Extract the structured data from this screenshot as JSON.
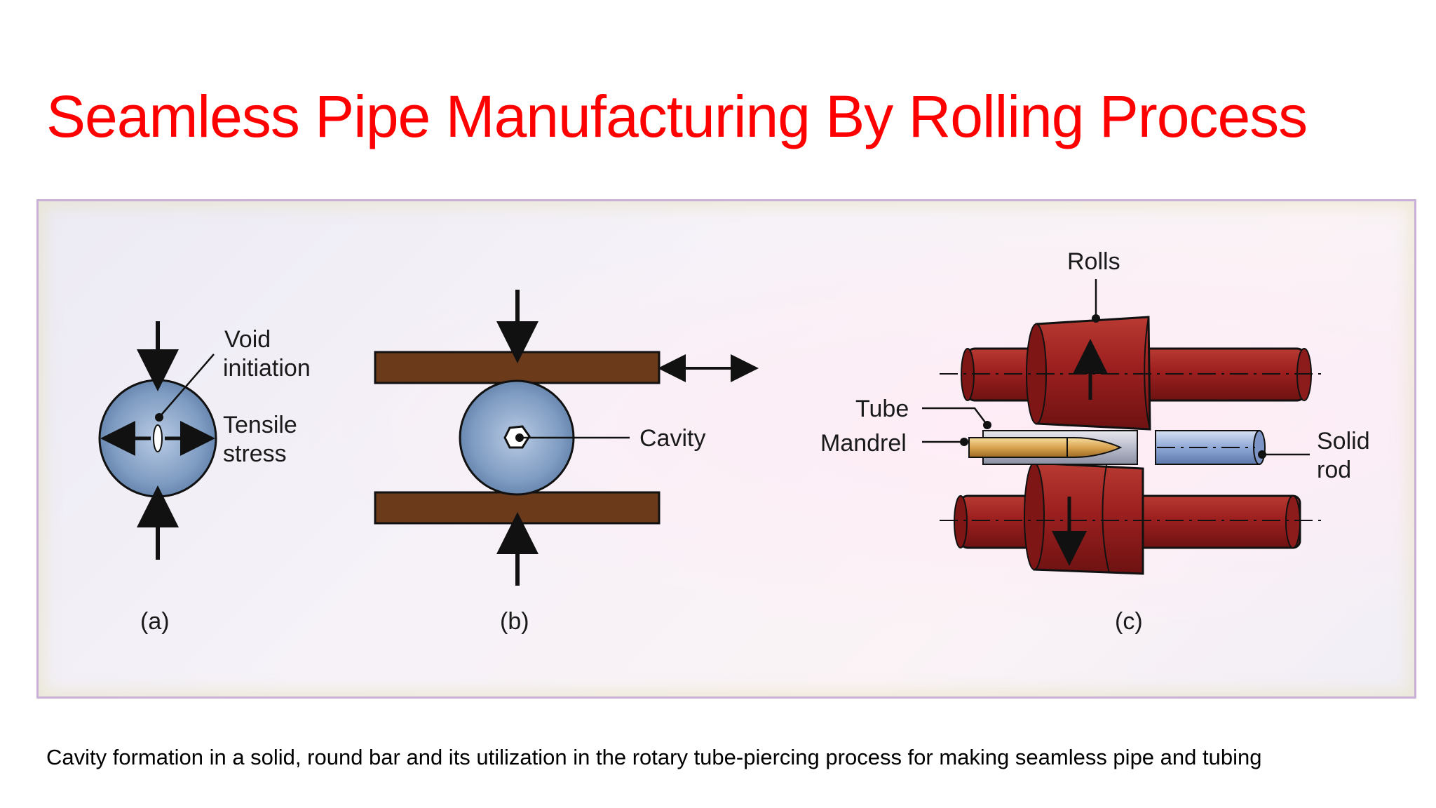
{
  "title": "Seamless Pipe Manufacturing By Rolling Process",
  "caption": "Cavity formation in a solid, round bar and its utilization in the rotary tube-piercing process for making seamless pipe and tubing",
  "figure": {
    "panel_a": {
      "void_label_line1": "Void",
      "void_label_line2": "initiation",
      "stress_label_line1": "Tensile",
      "stress_label_line2": "stress",
      "tag": "(a)"
    },
    "panel_b": {
      "cavity_label": "Cavity",
      "tag": "(b)"
    },
    "panel_c": {
      "rolls_label": "Rolls",
      "tube_label": "Tube",
      "mandrel_label": "Mandrel",
      "solid_rod_line1": "Solid",
      "solid_rod_line2": "rod",
      "tag": "(c)"
    }
  },
  "colors": {
    "title": "#ff0000",
    "bar_fill": "#6b3a1a",
    "roll_fill": "#9c1f1f",
    "roll_dark": "#6e1212",
    "disc_fill": "#7f9cc2",
    "mandrel_fill": "#d9a44f",
    "rod_fill": "#8fa8d6"
  }
}
